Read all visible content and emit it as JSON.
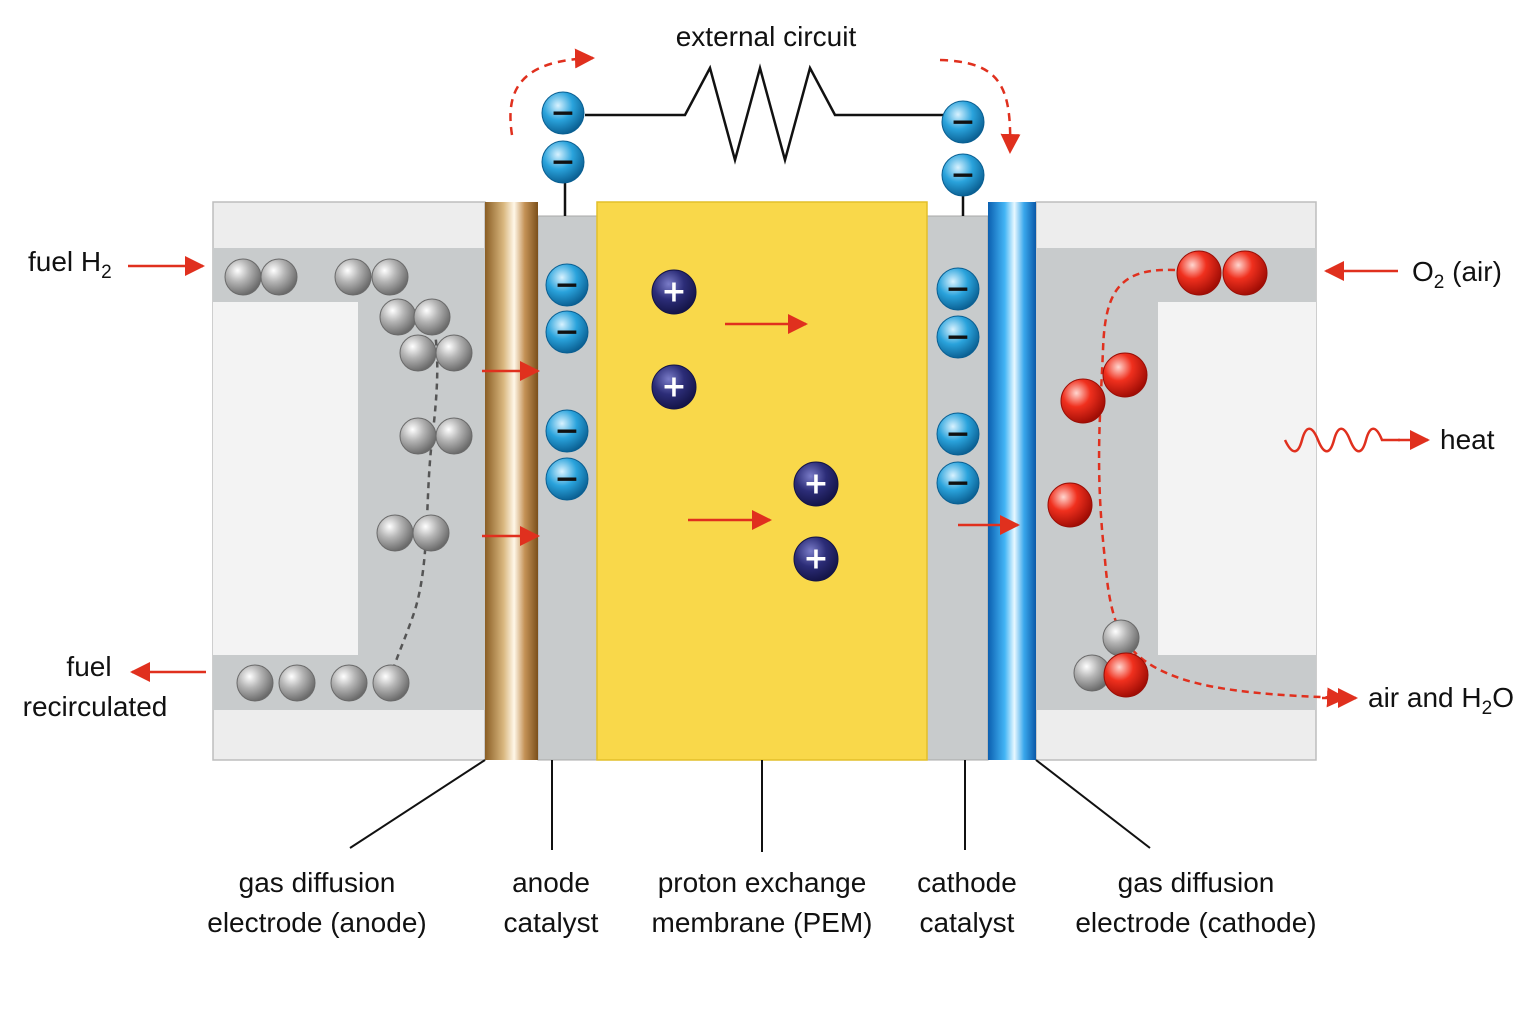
{
  "title": "",
  "labels": {
    "external_circuit": "external circuit",
    "fuel_in": {
      "text": "fuel H",
      "sub": "2"
    },
    "fuel_out_line1": "fuel",
    "fuel_out_line2": "recirculated",
    "oxygen_in": {
      "pre": "O",
      "sub": "2",
      "post": " (air)"
    },
    "heat": "heat",
    "exhaust": {
      "pre": "air and H",
      "sub": "2",
      "post": "O"
    }
  },
  "components": [
    {
      "id": "gde-anode",
      "line1": "gas diffusion",
      "line2": "electrode (anode)"
    },
    {
      "id": "anode-catalyst",
      "line1": "anode",
      "line2": "catalyst"
    },
    {
      "id": "pem",
      "line1": "proton exchange",
      "line2": "membrane (PEM)"
    },
    {
      "id": "cathode-catalyst",
      "line1": "cathode",
      "line2": "catalyst"
    },
    {
      "id": "gde-cathode",
      "line1": "gas diffusion",
      "line2": "electrode (cathode)"
    }
  ],
  "symbols": {
    "electron": "−",
    "proton": "+"
  },
  "colors": {
    "electron": "#2aa3dc",
    "proton": "#2c2d78",
    "hydrogen": "#a8a8a8",
    "oxygen": "#e8251c",
    "arrow": "#e0301e",
    "membrane": "#f9d84a",
    "catalyst": "#c8cbcc",
    "anode_electrode": "#b8894a",
    "cathode_electrode": "#2b9be0"
  }
}
